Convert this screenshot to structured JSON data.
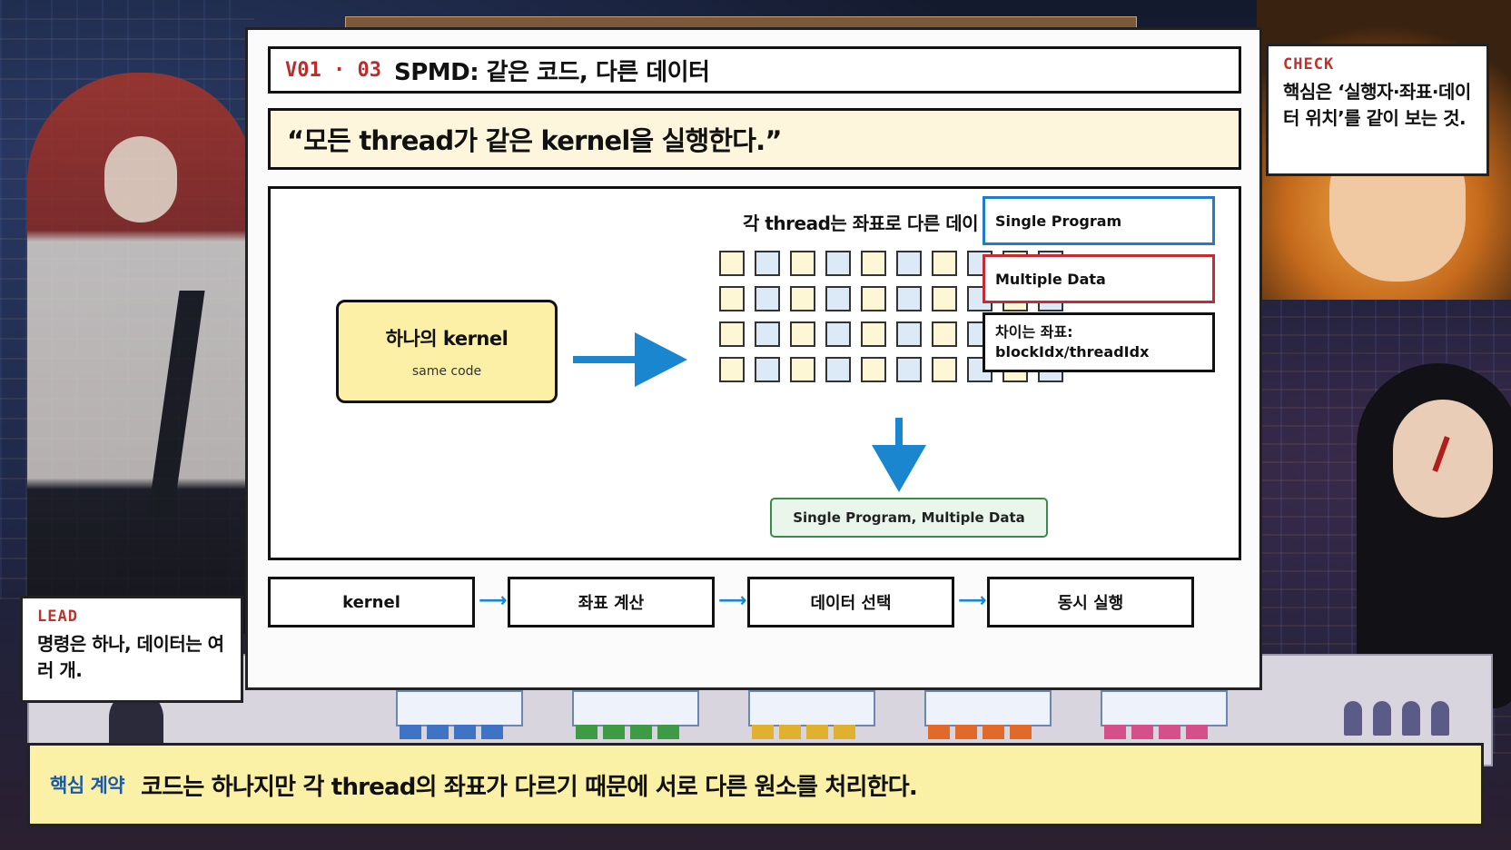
{
  "slide": {
    "code": "V01 · 03",
    "title": "SPMD: 같은 코드, 다른 데이터",
    "quote": "“모든 thread가 같은 kernel을 실행한다.”"
  },
  "diagram": {
    "kernel_title": "하나의 kernel",
    "kernel_sub": "same code",
    "grid_heading": "각 thread는 좌표로 다른 데이",
    "grid": {
      "rows": 4,
      "cols": 10,
      "pattern": [
        "yellow",
        "blue"
      ]
    },
    "labels": {
      "single_program": "Single Program",
      "multiple_data": "Multiple Data",
      "coords_line1": "차이는 좌표:",
      "coords_line2": "blockIdx/threadIdx"
    },
    "result": "Single Program, Multiple Data",
    "colors": {
      "arrow": "#1a86d0",
      "kernel_fill": "#fbf0a6",
      "cell_yellow": "#fdf7d6",
      "cell_blue": "#dce9f7",
      "single_program_border": "#1e7cc8",
      "multiple_data_border": "#c42b32",
      "result_border": "#3a8a4a"
    }
  },
  "steps": [
    "kernel",
    "좌표 계산",
    "데이터 선택",
    "동시 실행"
  ],
  "check": {
    "label": "CHECK",
    "text": "핵심은 ‘실행자·좌표·데이터 위치’를 같이 보는 것."
  },
  "lead": {
    "label": "LEAD",
    "text": "명령은 하나, 데이터는 여러 개."
  },
  "banner": {
    "label": "핵심 계약",
    "text": "코드는 하나지만 각 thread의 좌표가 다르기 때문에 서로 다른 원소를 처리한다."
  }
}
